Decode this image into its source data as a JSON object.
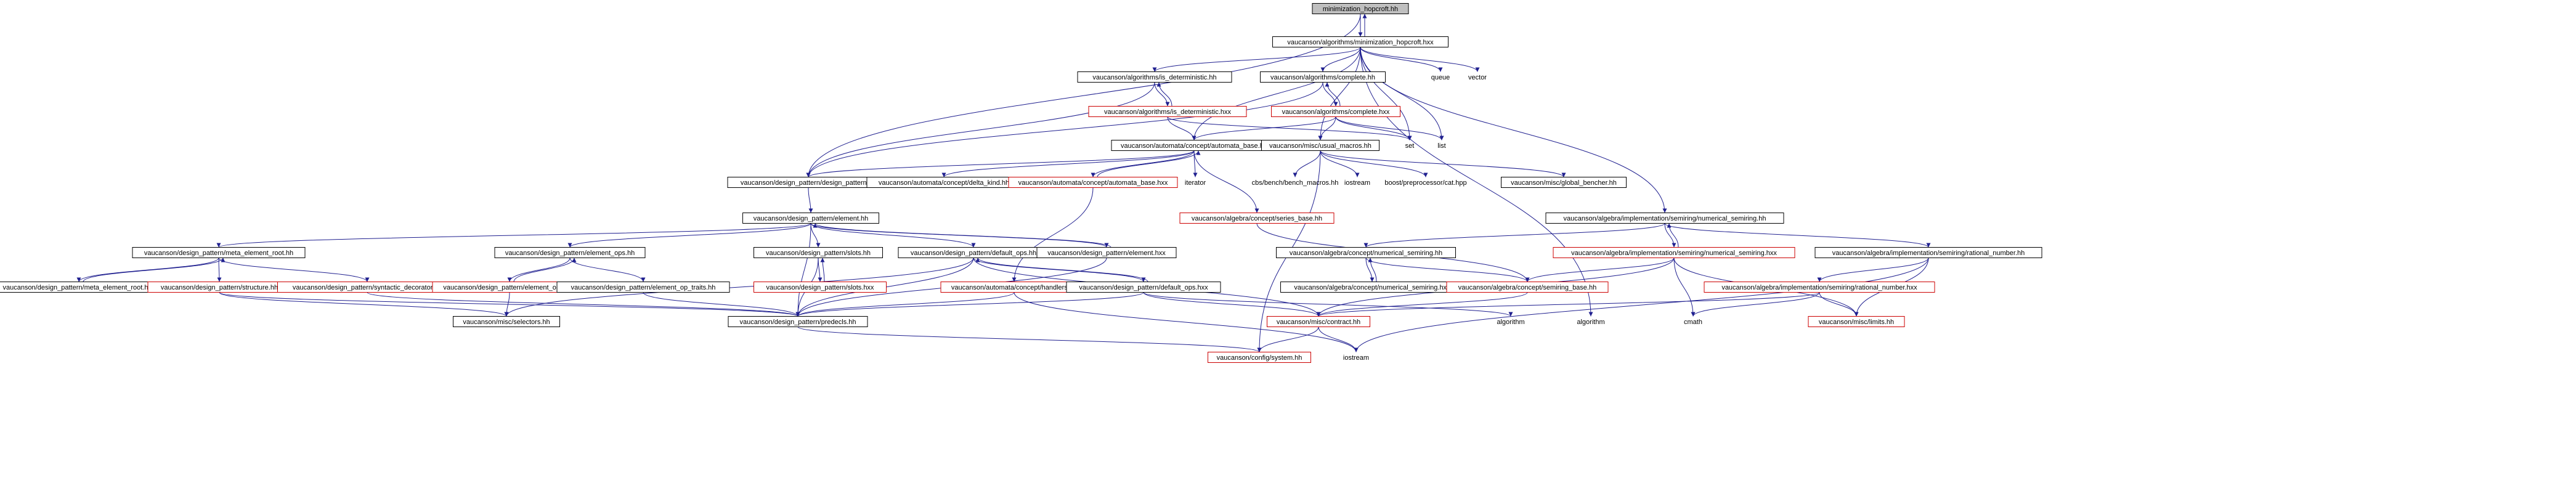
{
  "graph": {
    "nodes": [
      {
        "id": "root",
        "label": "minimization_hopcroft.hh",
        "style": "root"
      },
      {
        "id": "hxx",
        "label": "vaucanson/algorithms/minimization_hopcroft.hxx",
        "style": "normal"
      },
      {
        "id": "is_det_hh",
        "label": "vaucanson/algorithms/is_deterministic.hh",
        "style": "normal"
      },
      {
        "id": "complete_hh",
        "label": "vaucanson/algorithms/complete.hh",
        "style": "normal"
      },
      {
        "id": "queue",
        "label": "queue",
        "style": "plain"
      },
      {
        "id": "vector",
        "label": "vector",
        "style": "plain"
      },
      {
        "id": "is_det_hxx",
        "label": "vaucanson/algorithms/is_deterministic.hxx",
        "style": "red"
      },
      {
        "id": "complete_hxx",
        "label": "vaucanson/algorithms/complete.hxx",
        "style": "red"
      },
      {
        "id": "set",
        "label": "set",
        "style": "plain"
      },
      {
        "id": "list",
        "label": "list",
        "style": "plain"
      },
      {
        "id": "automata_base_hh",
        "label": "vaucanson/automata/concept/automata_base.hh",
        "style": "normal"
      },
      {
        "id": "usual_macros",
        "label": "vaucanson/misc/usual_macros.hh",
        "style": "normal"
      },
      {
        "id": "design_pattern_hh",
        "label": "vaucanson/design_pattern/design_pattern.hh",
        "style": "normal"
      },
      {
        "id": "delta_kind",
        "label": "vaucanson/automata/concept/delta_kind.hh",
        "style": "normal"
      },
      {
        "id": "automata_base_hxx",
        "label": "vaucanson/automata/concept/automata_base.hxx",
        "style": "red"
      },
      {
        "id": "iterator",
        "label": "iterator",
        "style": "plain"
      },
      {
        "id": "cbs_bench",
        "label": "cbs/bench/bench_macros.hh",
        "style": "plain"
      },
      {
        "id": "iostream_top",
        "label": "iostream",
        "style": "plain"
      },
      {
        "id": "boost_cat",
        "label": "boost/preprocessor/cat.hpp",
        "style": "plain"
      },
      {
        "id": "global_bencher",
        "label": "vaucanson/misc/global_bencher.hh",
        "style": "normal"
      },
      {
        "id": "element_hh",
        "label": "vaucanson/design_pattern/element.hh",
        "style": "normal"
      },
      {
        "id": "series_base",
        "label": "vaucanson/algebra/concept/series_base.hh",
        "style": "red"
      },
      {
        "id": "numerical_semiring_impl_hh",
        "label": "vaucanson/algebra/implementation/semiring/numerical_semiring.hh",
        "style": "normal"
      },
      {
        "id": "meta_element_root_hh",
        "label": "vaucanson/design_pattern/meta_element_root.hh",
        "style": "normal"
      },
      {
        "id": "element_ops_hh",
        "label": "vaucanson/design_pattern/element_ops.hh",
        "style": "normal"
      },
      {
        "id": "slots_hh",
        "label": "vaucanson/design_pattern/slots.hh",
        "style": "normal"
      },
      {
        "id": "default_ops_hh",
        "label": "vaucanson/design_pattern/default_ops.hh",
        "style": "normal"
      },
      {
        "id": "element_hxx",
        "label": "vaucanson/design_pattern/element.hxx",
        "style": "normal"
      },
      {
        "id": "numerical_semiring_concept_hh",
        "label": "vaucanson/algebra/concept/numerical_semiring.hh",
        "style": "normal"
      },
      {
        "id": "numerical_semiring_impl_hxx",
        "label": "vaucanson/algebra/implementation/semiring/numerical_semiring.hxx",
        "style": "red"
      },
      {
        "id": "rational_number_hh",
        "label": "vaucanson/algebra/implementation/semiring/rational_number.hh",
        "style": "normal"
      },
      {
        "id": "meta_element_root_hxx",
        "label": "vaucanson/design_pattern/meta_element_root.hxx",
        "style": "normal"
      },
      {
        "id": "structure_hh",
        "label": "vaucanson/design_pattern/structure.hh",
        "style": "red"
      },
      {
        "id": "syntactic_decorator",
        "label": "vaucanson/design_pattern/syntactic_decorator.hh",
        "style": "red"
      },
      {
        "id": "element_ops_hxx",
        "label": "vaucanson/design_pattern/element_ops.hxx",
        "style": "red"
      },
      {
        "id": "element_op_traits",
        "label": "vaucanson/design_pattern/element_op_traits.hh",
        "style": "normal"
      },
      {
        "id": "slots_hxx",
        "label": "vaucanson/design_pattern/slots.hxx",
        "style": "red"
      },
      {
        "id": "handlers",
        "label": "vaucanson/automata/concept/handlers.hh",
        "style": "red"
      },
      {
        "id": "default_ops_hxx",
        "label": "vaucanson/design_pattern/default_ops.hxx",
        "style": "normal"
      },
      {
        "id": "numerical_semiring_concept_hxx",
        "label": "vaucanson/algebra/concept/numerical_semiring.hxx",
        "style": "normal"
      },
      {
        "id": "semiring_base",
        "label": "vaucanson/algebra/concept/semiring_base.hh",
        "style": "red"
      },
      {
        "id": "rational_number_hxx",
        "label": "vaucanson/algebra/implementation/semiring/rational_number.hxx",
        "style": "red"
      },
      {
        "id": "selectors",
        "label": "vaucanson/misc/selectors.hh",
        "style": "normal"
      },
      {
        "id": "predecls",
        "label": "vaucanson/design_pattern/predecls.hh",
        "style": "normal"
      },
      {
        "id": "contract",
        "label": "vaucanson/misc/contract.hh",
        "style": "red"
      },
      {
        "id": "algorithm_left",
        "label": "algorithm",
        "style": "plain"
      },
      {
        "id": "algorithm_right",
        "label": "algorithm",
        "style": "plain"
      },
      {
        "id": "cmath",
        "label": "cmath",
        "style": "plain"
      },
      {
        "id": "limits",
        "label": "vaucanson/misc/limits.hh",
        "style": "red"
      },
      {
        "id": "config_system",
        "label": "vaucanson/config/system.hh",
        "style": "red"
      },
      {
        "id": "iostream_bottom",
        "label": "iostream",
        "style": "plain"
      }
    ],
    "edges": [
      [
        "root",
        "hxx"
      ],
      [
        "hxx",
        "root"
      ],
      [
        "hxx",
        "is_det_hh"
      ],
      [
        "hxx",
        "complete_hh"
      ],
      [
        "hxx",
        "queue"
      ],
      [
        "hxx",
        "vector"
      ],
      [
        "hxx",
        "set"
      ],
      [
        "hxx",
        "list"
      ],
      [
        "hxx",
        "automata_base_hh"
      ],
      [
        "hxx",
        "usual_macros"
      ],
      [
        "hxx",
        "numerical_semiring_impl_hh"
      ],
      [
        "hxx",
        "algorithm_right"
      ],
      [
        "root",
        "design_pattern_hh"
      ],
      [
        "is_det_hh",
        "is_det_hxx"
      ],
      [
        "is_det_hxx",
        "is_det_hh"
      ],
      [
        "is_det_hh",
        "design_pattern_hh"
      ],
      [
        "is_det_hxx",
        "automata_base_hh"
      ],
      [
        "is_det_hxx",
        "set"
      ],
      [
        "complete_hh",
        "complete_hxx"
      ],
      [
        "complete_hxx",
        "complete_hh"
      ],
      [
        "complete_hh",
        "design_pattern_hh"
      ],
      [
        "complete_hxx",
        "automata_base_hh"
      ],
      [
        "complete_hxx",
        "usual_macros"
      ],
      [
        "complete_hxx",
        "set"
      ],
      [
        "complete_hxx",
        "list"
      ],
      [
        "automata_base_hh",
        "design_pattern_hh"
      ],
      [
        "automata_base_hh",
        "delta_kind"
      ],
      [
        "automata_base_hh",
        "automata_base_hxx"
      ],
      [
        "automata_base_hxx",
        "automata_base_hh"
      ],
      [
        "automata_base_hh",
        "iterator"
      ],
      [
        "automata_base_hh",
        "series_base"
      ],
      [
        "automata_base_hxx",
        "handlers"
      ],
      [
        "usual_macros",
        "cbs_bench"
      ],
      [
        "usual_macros",
        "iostream_top"
      ],
      [
        "usual_macros",
        "boost_cat"
      ],
      [
        "usual_macros",
        "global_bencher"
      ],
      [
        "usual_macros",
        "config_system"
      ],
      [
        "design_pattern_hh",
        "element_hh"
      ],
      [
        "element_hh",
        "meta_element_root_hh"
      ],
      [
        "element_hh",
        "element_ops_hh"
      ],
      [
        "element_hh",
        "slots_hh"
      ],
      [
        "element_hh",
        "default_ops_hh"
      ],
      [
        "element_hh",
        "element_hxx"
      ],
      [
        "element_hxx",
        "element_hh"
      ],
      [
        "element_hh",
        "predecls"
      ],
      [
        "meta_element_root_hh",
        "meta_element_root_hxx"
      ],
      [
        "meta_element_root_hxx",
        "meta_element_root_hh"
      ],
      [
        "meta_element_root_hh",
        "structure_hh"
      ],
      [
        "meta_element_root_hh",
        "syntactic_decorator"
      ],
      [
        "structure_hh",
        "selectors"
      ],
      [
        "structure_hh",
        "predecls"
      ],
      [
        "syntactic_decorator",
        "predecls"
      ],
      [
        "element_ops_hh",
        "element_ops_hxx"
      ],
      [
        "element_ops_hxx",
        "element_ops_hh"
      ],
      [
        "element_ops_hh",
        "element_op_traits"
      ],
      [
        "element_ops_hxx",
        "selectors"
      ],
      [
        "element_op_traits",
        "predecls"
      ],
      [
        "slots_hh",
        "slots_hxx"
      ],
      [
        "slots_hxx",
        "slots_hh"
      ],
      [
        "slots_hh",
        "predecls"
      ],
      [
        "default_ops_hh",
        "default_ops_hxx"
      ],
      [
        "default_ops_hxx",
        "default_ops_hh"
      ],
      [
        "default_ops_hh",
        "predecls"
      ],
      [
        "default_ops_hh",
        "selectors"
      ],
      [
        "default_ops_hh",
        "contract"
      ],
      [
        "default_ops_hxx",
        "predecls"
      ],
      [
        "default_ops_hxx",
        "contract"
      ],
      [
        "default_ops_hxx",
        "algorithm_left"
      ],
      [
        "element_hxx",
        "predecls"
      ],
      [
        "handlers",
        "predecls"
      ],
      [
        "handlers",
        "iostream_bottom"
      ],
      [
        "series_base",
        "semiring_base"
      ],
      [
        "numerical_semiring_impl_hh",
        "numerical_semiring_concept_hh"
      ],
      [
        "numerical_semiring_impl_hh",
        "numerical_semiring_impl_hxx"
      ],
      [
        "numerical_semiring_impl_hxx",
        "numerical_semiring_impl_hh"
      ],
      [
        "numerical_semiring_impl_hh",
        "rational_number_hh"
      ],
      [
        "numerical_semiring_concept_hh",
        "numerical_semiring_concept_hxx"
      ],
      [
        "numerical_semiring_concept_hxx",
        "numerical_semiring_concept_hh"
      ],
      [
        "numerical_semiring_concept_hh",
        "semiring_base"
      ],
      [
        "numerical_semiring_impl_hxx",
        "semiring_base"
      ],
      [
        "numerical_semiring_impl_hxx",
        "contract"
      ],
      [
        "numerical_semiring_impl_hxx",
        "cmath"
      ],
      [
        "numerical_semiring_impl_hxx",
        "limits"
      ],
      [
        "rational_number_hh",
        "rational_number_hxx"
      ],
      [
        "rational_number_hh",
        "limits"
      ],
      [
        "rational_number_hh",
        "iostream_bottom"
      ],
      [
        "rational_number_hxx",
        "contract"
      ],
      [
        "rational_number_hxx",
        "cmath"
      ],
      [
        "rational_number_hxx",
        "limits"
      ],
      [
        "semiring_base",
        "contract"
      ],
      [
        "predecls",
        "config_system"
      ],
      [
        "contract",
        "config_system"
      ],
      [
        "contract",
        "iostream_bottom"
      ]
    ]
  },
  "colors": {
    "edge": "#1f1f8f",
    "node_border": "#000000",
    "node_border_incomplete": "#cc0000",
    "root_fill": "#bfbfbf",
    "background": "#ffffff"
  }
}
